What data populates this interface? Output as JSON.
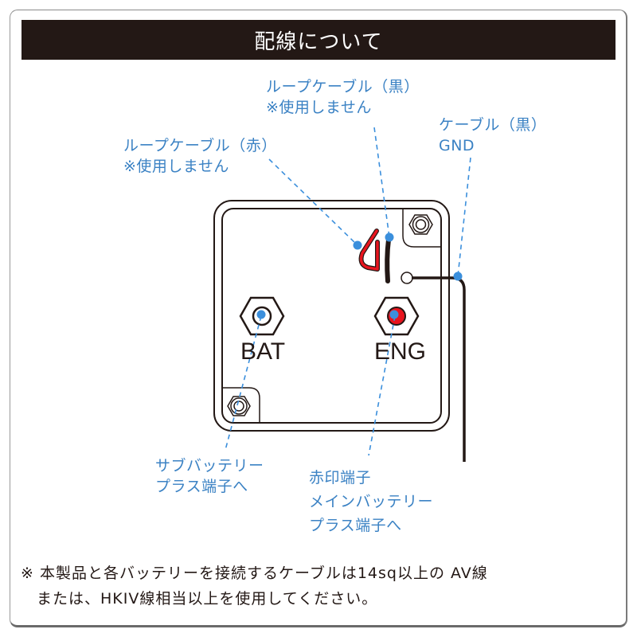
{
  "header": {
    "title": "配線について"
  },
  "colors": {
    "header_bg": "#231815",
    "label_blue": "#3b82c4",
    "dot_blue": "#3b8fdc",
    "red_loop": "#e8141e",
    "line_black": "#231815"
  },
  "labels": {
    "loop_black": {
      "line1": "ループケーブル（黒）",
      "line2": "※使用しません"
    },
    "loop_red": {
      "line1": "ループケーブル（赤）",
      "line2": "※使用しません"
    },
    "cable_black": {
      "line1": "ケーブル（黒）",
      "line2": "GND"
    },
    "sub_battery": {
      "line1": "サブバッテリー",
      "line2": "プラス端子へ"
    },
    "main_battery": {
      "line1": "赤印端子",
      "line2": "メインバッテリー",
      "line3": "プラス端子へ"
    }
  },
  "terminals": {
    "bat": {
      "label": "BAT",
      "icon": "hex-nut-terminal"
    },
    "eng": {
      "label": "ENG",
      "icon": "hex-nut-terminal-red-mark"
    }
  },
  "note": {
    "line1": "※ 本製品と各バッテリーを接続するケーブルは14sq以上の AV線",
    "line2": "または、HKIV線相当以上を使用してください。"
  }
}
